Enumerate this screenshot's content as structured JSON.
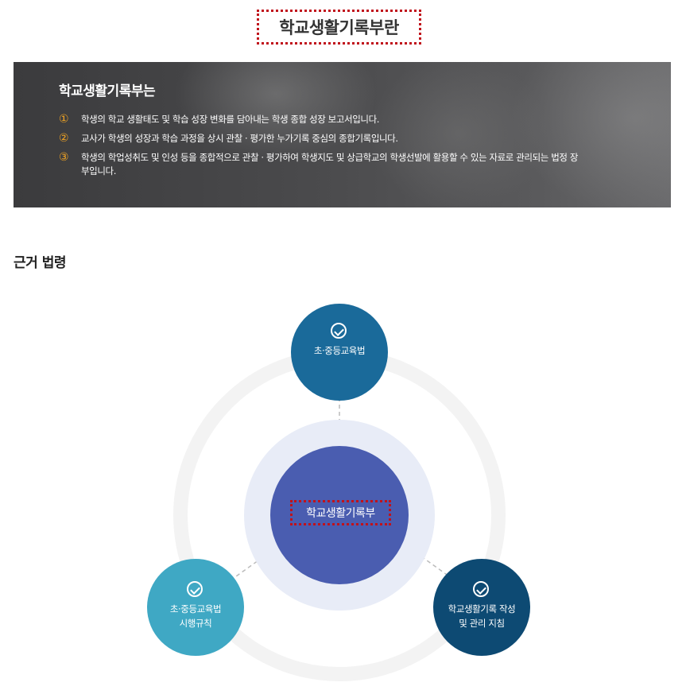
{
  "page_title": "학교생활기록부란",
  "banner": {
    "title": "학교생활기록부는",
    "items": [
      {
        "num": "①",
        "text": "학생의 학교 생활태도 및 학습 성장 변화를 담아내는 학생 종합 성장 보고서입니다."
      },
      {
        "num": "②",
        "text": "교사가 학생의 성장과 학습 과정을 상시 관찰 · 평가한 누가기록 중심의 종합기록입니다."
      },
      {
        "num": "③",
        "text": "학생의 학업성취도 및 인성 등을 종합적으로 관찰 · 평가하여 학생지도 및 상급학교의 학생선발에 활용할 수 있는 자료로 관리되는 법정 장부입니다."
      }
    ]
  },
  "section_title": "근거 법령",
  "diagram": {
    "center": "학교생활기록부",
    "nodes": {
      "top": {
        "line1": "초·중등교육법",
        "color": "#1a6a9a"
      },
      "left": {
        "line1": "초·중등교육법",
        "line2": "시행규칙",
        "color": "#3fa8c4"
      },
      "right": {
        "line1": "학교생활기록 작성",
        "line2": "및 관리 지침",
        "color": "#0d4a73"
      }
    },
    "center_color": "#4a5db0",
    "halo_color": "#e8ecf7",
    "ring_color": "#f2f2f2"
  }
}
